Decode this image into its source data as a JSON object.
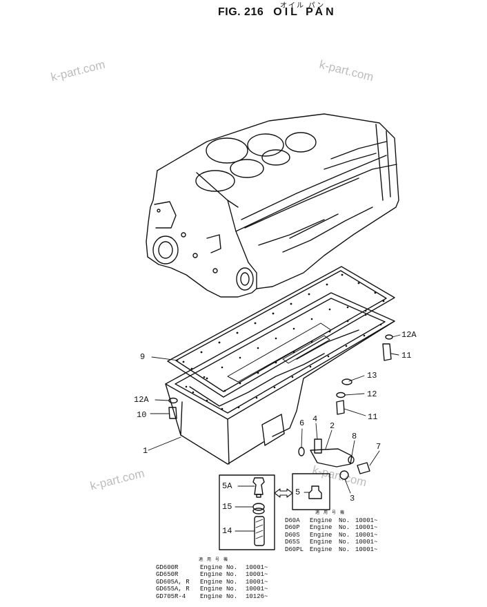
{
  "header": {
    "title_jp": "オイル パン",
    "fig": "FIG. 216",
    "name": "OIL PAN"
  },
  "watermarks": [
    "k-part.com",
    "k-part.com",
    "k-part.com",
    "k-part.com"
  ],
  "callouts": [
    "12A",
    "11",
    "9",
    "13",
    "12",
    "12A",
    "11",
    "10",
    "6",
    "4",
    "2",
    "8",
    "7",
    "1",
    "5A",
    "5",
    "3",
    "15",
    "14"
  ],
  "table_right": {
    "header": "適用号機",
    "rows": [
      {
        "model": "D60A",
        "engine": "Engine",
        "no": "No.",
        "serial": "10001~"
      },
      {
        "model": "D60P",
        "engine": "Engine",
        "no": "No.",
        "serial": "10001~"
      },
      {
        "model": "D60S",
        "engine": "Engine",
        "no": "No.",
        "serial": "10001~"
      },
      {
        "model": "D65S",
        "engine": "Engine",
        "no": "No.",
        "serial": "10001~"
      },
      {
        "model": "D60PL",
        "engine": "Engine",
        "no": "No.",
        "serial": "10001~"
      }
    ]
  },
  "table_left": {
    "header": "適用号機",
    "rows": [
      {
        "model": "GD600R",
        "engine": "Engine",
        "no": "No.",
        "serial": "10001~"
      },
      {
        "model": "GD650R",
        "engine": "Engine",
        "no": "No.",
        "serial": "10001~"
      },
      {
        "model": "GD605A, R",
        "engine": "Engine",
        "no": "No.",
        "serial": "10001~"
      },
      {
        "model": "GD655A, R",
        "engine": "Engine",
        "no": "No.",
        "serial": "10001~"
      },
      {
        "model": "GD705R-4",
        "engine": "Engine",
        "no": "No.",
        "serial": "10126~"
      }
    ]
  }
}
